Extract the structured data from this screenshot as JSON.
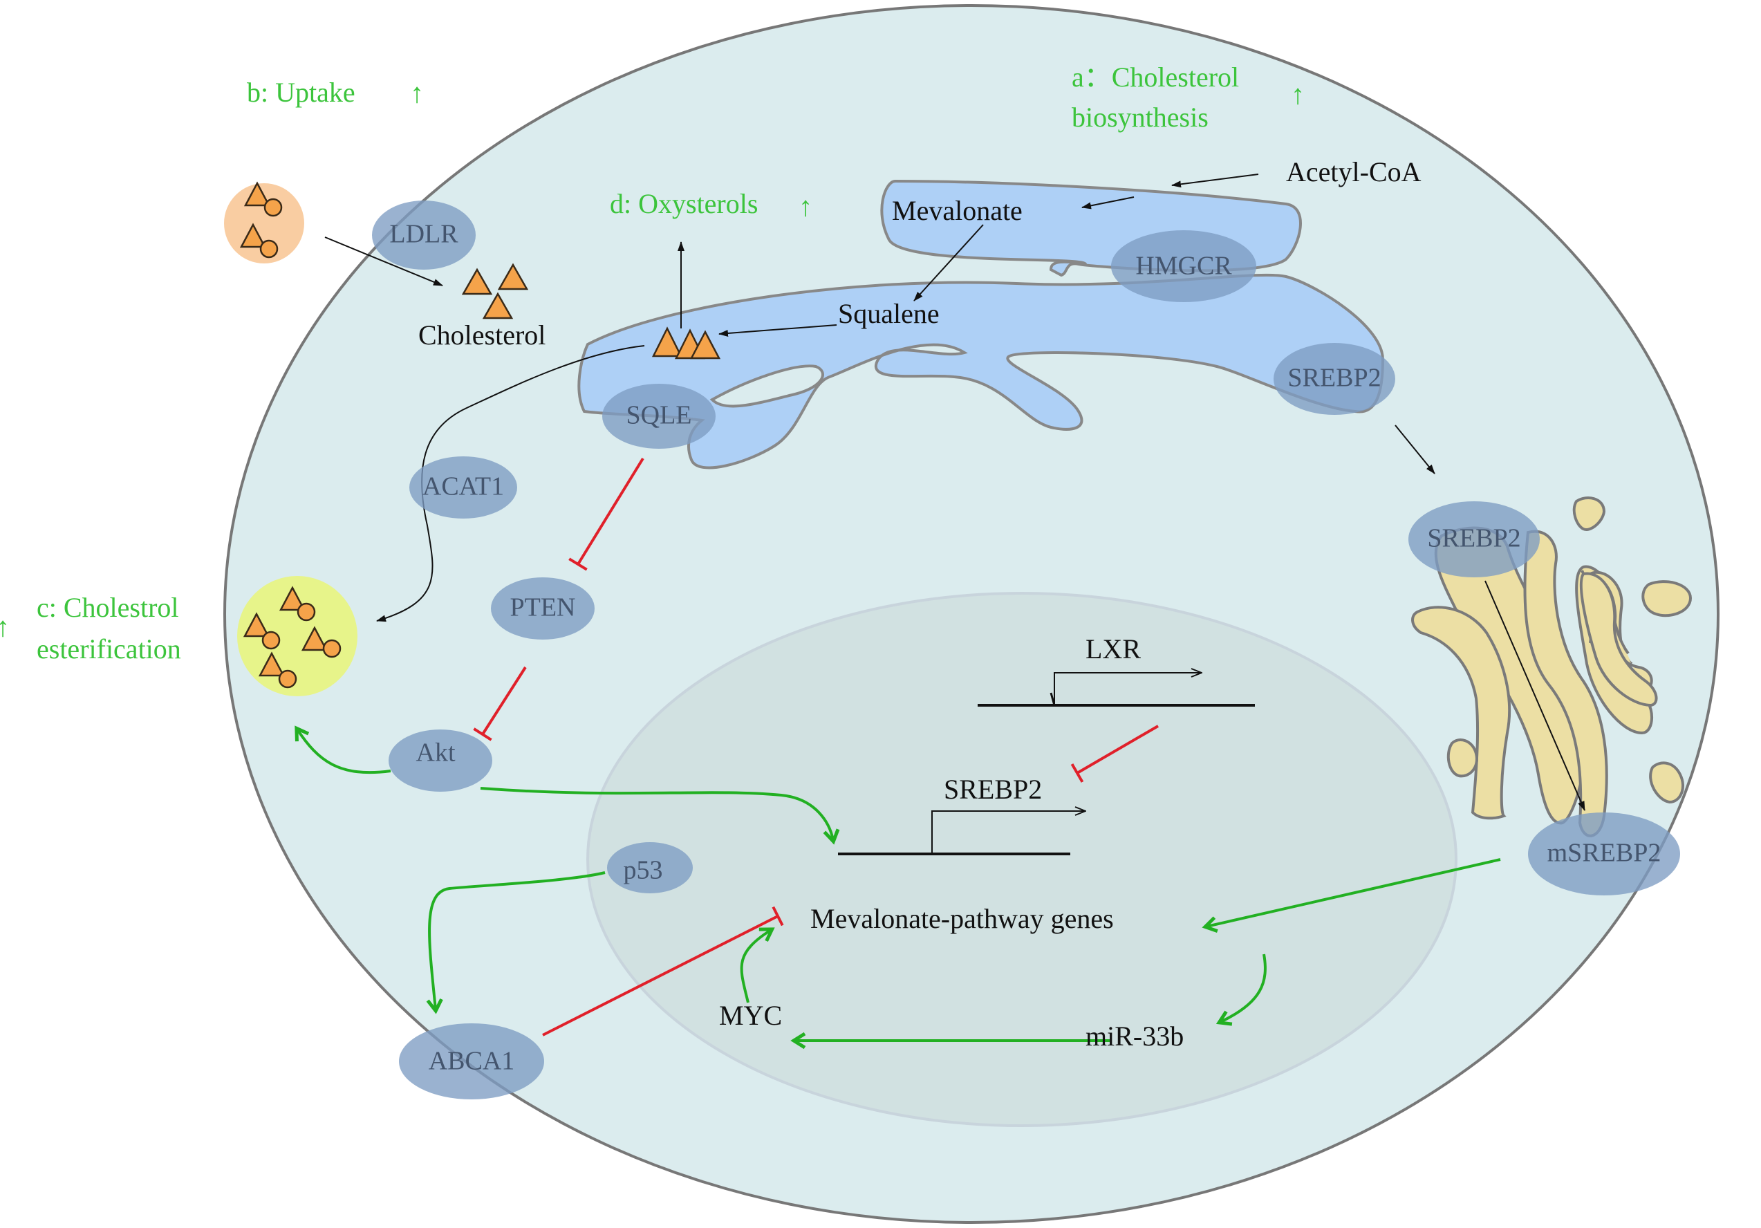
{
  "labels": {
    "uptake": "b: Uptake",
    "biosynthesis_line1": "a：Cholesterol",
    "biosynthesis_line2": "biosynthesis",
    "oxysterols": "d: Oxysterols",
    "esterification_line1": "c: Cholestrol",
    "esterification_line2": "esterification",
    "acetyl_coa": "Acetyl-CoA",
    "mevalonate": "Mevalonate",
    "squalene": "Squalene",
    "cholesterol": "Cholesterol",
    "lxr": "LXR",
    "srebp2_gene": "SREBP2",
    "mevalonate_genes": "Mevalonate-pathway genes",
    "myc": "MYC",
    "mir33b": "miR-33b",
    "up_arrow": "↑"
  },
  "proteins": {
    "ldlr": "LDLR",
    "hmgcr": "HMGCR",
    "srebp2_er": "SREBP2",
    "sqle": "SQLE",
    "acat1": "ACAT1",
    "pten": "PTEN",
    "akt": "Akt",
    "p53": "p53",
    "abca1": "ABCA1",
    "srebp2_golgi": "SREBP2",
    "msrebp2": "mSREBP2"
  },
  "colors": {
    "cell": "#dbecee",
    "nucleus": "#d1e1e1",
    "er": "#aed0f6",
    "protein": "#7e9cc3",
    "golgi": "#ecdfa4",
    "lipid_droplet": "#e7f48a",
    "ldl_particle": "#f9cda2",
    "activation": "#22b022",
    "inhibition": "#e0202a",
    "label_green": "#3cc43c"
  }
}
